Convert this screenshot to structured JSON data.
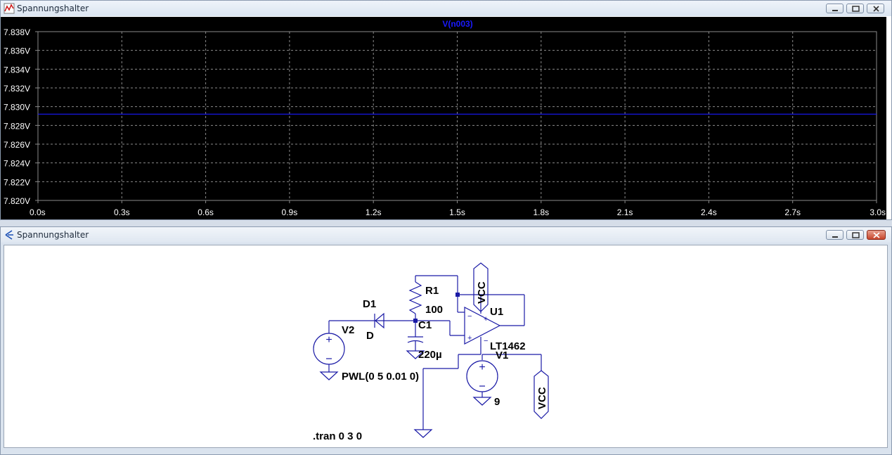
{
  "plot_window": {
    "title": "Spannungshalter",
    "icon": "waveform-icon",
    "trace_label": "V(n003)",
    "colors": {
      "background": "#000000",
      "trace": "#1a1aff",
      "axis_text": "#ffffff",
      "grid": "#8a8a8a"
    }
  },
  "schematic_window": {
    "title": "Spannungshalter",
    "icon": "schematic-icon",
    "labels": {
      "d1_name": "D1",
      "d1_value": "D",
      "v2_name": "V2",
      "v2_value": "PWL(0 5 0.01 0)",
      "r1_name": "R1",
      "r1_value": "100",
      "c1_name": "C1",
      "c1_value": "220µ",
      "u1_name": "U1",
      "u1_value": "LT1462",
      "v1_name": "V1",
      "v1_value": "9",
      "vcc_label_top": "VCC",
      "vcc_label_right": "VCC",
      "tran_directive": ".tran 0 3 0"
    },
    "colors": {
      "wire": "#1a1aa6",
      "text": "#000000"
    }
  },
  "chart_data": {
    "type": "line",
    "title": "",
    "xlabel": "",
    "ylabel": "",
    "x_ticks": [
      "0.0s",
      "0.3s",
      "0.6s",
      "0.9s",
      "1.2s",
      "1.5s",
      "1.8s",
      "2.1s",
      "2.4s",
      "2.7s",
      "3.0s"
    ],
    "y_ticks": [
      "7.838V",
      "7.836V",
      "7.834V",
      "7.832V",
      "7.830V",
      "7.828V",
      "7.826V",
      "7.824V",
      "7.822V",
      "7.820V"
    ],
    "xlim": [
      0,
      3.0
    ],
    "ylim": [
      7.82,
      7.838
    ],
    "grid": true,
    "series": [
      {
        "name": "V(n003)",
        "x": [
          0,
          3.0
        ],
        "y": [
          7.8292,
          7.8292
        ],
        "color": "#1a1aff"
      }
    ]
  }
}
